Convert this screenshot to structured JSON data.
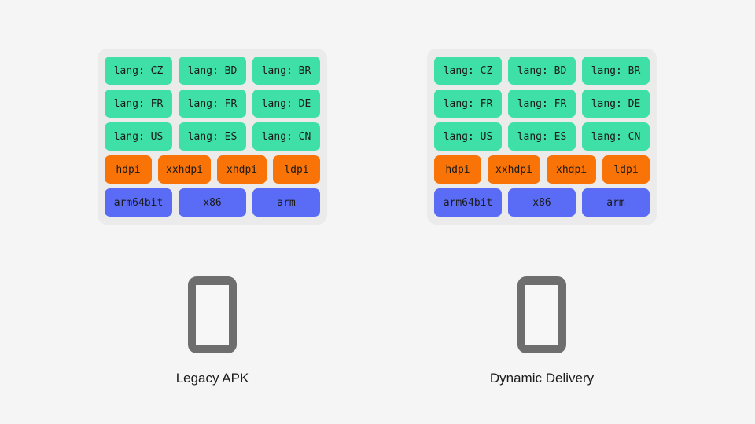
{
  "page": {
    "background_color": "#f5f5f5",
    "panel_background_color": "#ebebeb"
  },
  "colors": {
    "language_chip": "#3ee0a8",
    "density_chip": "#f97306",
    "abi_chip": "#5a6cf5",
    "device_body": "#6e6e6e",
    "device_screen": "#f7f7f7",
    "text": "#1a1a1a"
  },
  "columns": [
    {
      "id": "legacy-apk",
      "device_label": "Legacy APK",
      "device_icon": "phone-icon",
      "panel": {
        "rows": [
          {
            "category": "language",
            "chips": [
              "lang: CZ",
              "lang: BD",
              "lang: BR"
            ]
          },
          {
            "category": "language",
            "chips": [
              "lang: FR",
              "lang: FR",
              "lang: DE"
            ]
          },
          {
            "category": "language",
            "chips": [
              "lang: US",
              "lang: ES",
              "lang: CN"
            ]
          },
          {
            "category": "density",
            "chips": [
              "hdpi",
              "xxhdpi",
              "xhdpi",
              "ldpi"
            ]
          },
          {
            "category": "abi",
            "chips": [
              "arm64bit",
              "x86",
              "arm"
            ]
          }
        ]
      }
    },
    {
      "id": "dynamic-delivery",
      "device_label": "Dynamic Delivery",
      "device_icon": "phone-icon",
      "panel": {
        "rows": [
          {
            "category": "language",
            "chips": [
              "lang: CZ",
              "lang: BD",
              "lang: BR"
            ]
          },
          {
            "category": "language",
            "chips": [
              "lang: FR",
              "lang: FR",
              "lang: DE"
            ]
          },
          {
            "category": "language",
            "chips": [
              "lang: US",
              "lang: ES",
              "lang: CN"
            ]
          },
          {
            "category": "density",
            "chips": [
              "hdpi",
              "xxhdpi",
              "xhdpi",
              "ldpi"
            ]
          },
          {
            "category": "abi",
            "chips": [
              "arm64bit",
              "x86",
              "arm"
            ]
          }
        ]
      }
    }
  ]
}
